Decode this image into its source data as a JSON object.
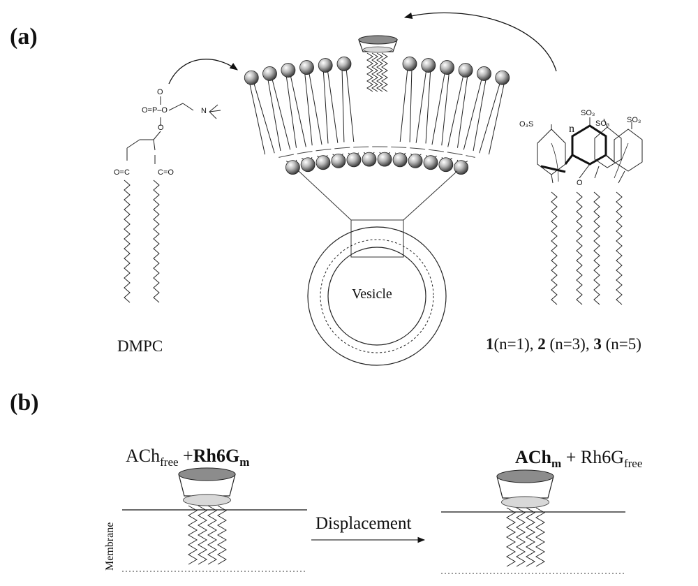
{
  "panels": {
    "a": "(a)",
    "b": "(b)"
  },
  "panel_a": {
    "vesicle_label": "Vesicle",
    "lipid_label": "DMPC",
    "calixarene_labels": [
      {
        "num": "1",
        "rest": "(n=1), "
      },
      {
        "num": "2",
        "rest": " (n=3), "
      },
      {
        "num": "3",
        "rest": " (n=5)"
      }
    ],
    "dmpc_atoms": {
      "o_minus": "O",
      "p_group": "O=P–O",
      "o": "O",
      "n_plus": "N",
      "carbonyl_1": "O=C",
      "carbonyl_2": "C=O"
    },
    "calix_atoms": {
      "sulfonate_left": "O₃S",
      "sulfonate_mid": "SO₃",
      "sulfonate_mid2": "SO₃",
      "sulfonate_right": "SO₃",
      "n_index": "n",
      "oxygen": "O"
    }
  },
  "panel_b": {
    "left_guest": "ACh",
    "left_guest_sub": "free",
    "left_plus": "+",
    "left_probe": "Rh6G",
    "left_probe_sub": "m",
    "right_guest": "ACh",
    "right_guest_sub": "m",
    "right_plus": "+",
    "right_probe": "Rh6G",
    "right_probe_sub": "free",
    "arrow_label": "Displacement",
    "membrane_label": "Membrane"
  }
}
